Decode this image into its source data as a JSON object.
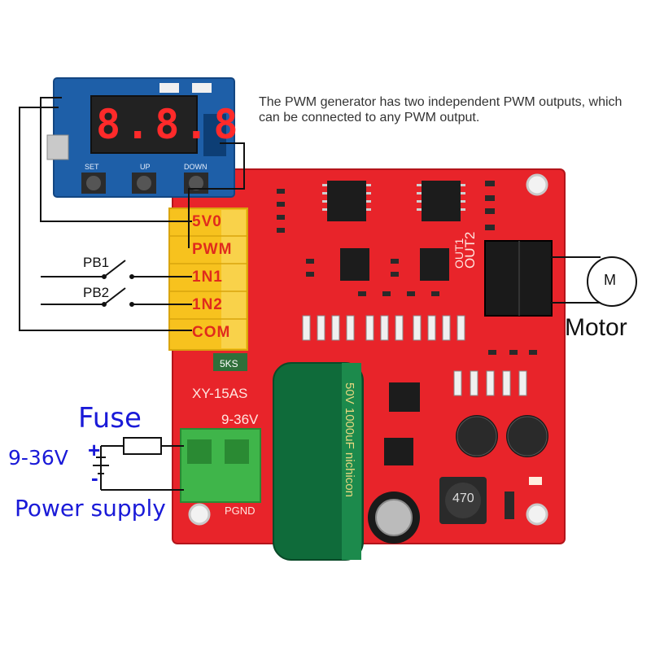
{
  "description_text": "The PWM generator has two independent PWM outputs, which can be connected to any PWM output.",
  "terminals": [
    "5V0",
    "PWM",
    "1N1",
    "1N2",
    "COM"
  ],
  "switches": [
    "PB1",
    "PB2"
  ],
  "fuse_label": "Fuse",
  "voltage_label": "9-36V",
  "plus_sign": "+",
  "minus_sign": "-",
  "power_label": "Power supply",
  "motor_label": "Motor",
  "motor_symbol": "M",
  "display": {
    "digits": "8.8.8",
    "buttons": [
      "SET",
      "UP",
      "DOWN"
    ]
  },
  "board": {
    "model": "XY-15AS",
    "range": "9-36V",
    "pgnd": "PGND",
    "out_labels": [
      "OUT1",
      "OUT2"
    ],
    "capacitor_big": "50V 1000uF nichicon",
    "inductor": "470"
  },
  "colors": {
    "board_red": "#e8242a",
    "terminal_yellow": "#f7c21e",
    "display_blue": "#1e5fa8",
    "label_blue": "#1a1ad8"
  }
}
